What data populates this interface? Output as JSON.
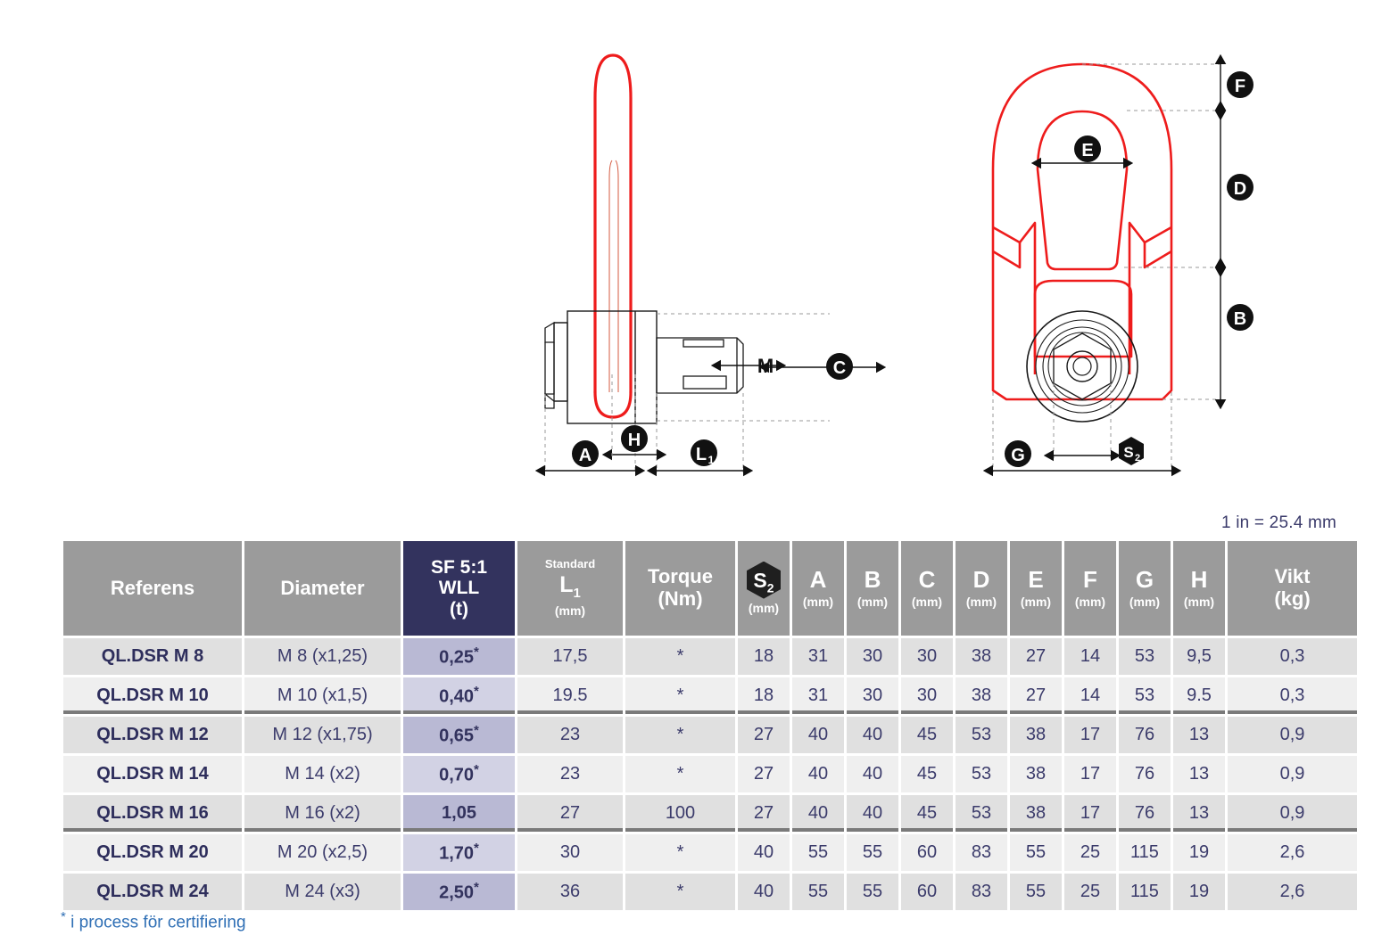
{
  "drawing": {
    "side_view": {
      "callouts": [
        "A",
        "H",
        "L₁",
        "C",
        "M"
      ],
      "bail_color": "#ee1c1c",
      "line_color": "#1a1a1a"
    },
    "front_view": {
      "callouts": [
        "F",
        "D",
        "B",
        "E",
        "G",
        "S₂"
      ],
      "bail_color": "#ee1c1c",
      "line_color": "#1a1a1a"
    }
  },
  "unit_note": "1 in = 25.4 mm",
  "table": {
    "headers": {
      "referens": "Referens",
      "diameter": "Diameter",
      "wll_l1": "SF 5:1",
      "wll_l2": "WLL",
      "wll_l3": "(t)",
      "standard": "Standard",
      "l1": "L",
      "l1_sub": "1",
      "l1_unit": "(mm)",
      "torque_l1": "Torque",
      "torque_l2": "(Nm)",
      "s2_letter": "S",
      "s2_sub": "2",
      "s2_unit": "(mm)",
      "a": "A",
      "a_unit": "(mm)",
      "b": "B",
      "b_unit": "(mm)",
      "c": "C",
      "c_unit": "(mm)",
      "d": "D",
      "d_unit": "(mm)",
      "e": "E",
      "e_unit": "(mm)",
      "f": "F",
      "f_unit": "(mm)",
      "g": "G",
      "g_unit": "(mm)",
      "h": "H",
      "h_unit": "(mm)",
      "vikt_l1": "Vikt",
      "vikt_l2": "(kg)"
    },
    "rows": [
      {
        "referens": "QL.DSR M 8",
        "diameter": "M 8 (x1,25)",
        "wll": "0,25",
        "wll_star": true,
        "l1": "17,5",
        "torque": "*",
        "s2": "18",
        "a": "31",
        "b": "30",
        "c": "30",
        "d": "38",
        "e": "27",
        "f": "14",
        "g": "53",
        "h": "9,5",
        "vikt": "0,3"
      },
      {
        "referens": "QL.DSR M 10",
        "diameter": "M 10 (x1,5)",
        "wll": "0,40",
        "wll_star": true,
        "l1": "19.5",
        "torque": "*",
        "s2": "18",
        "a": "31",
        "b": "30",
        "c": "30",
        "d": "38",
        "e": "27",
        "f": "14",
        "g": "53",
        "h": "9.5",
        "vikt": "0,3"
      },
      {
        "referens": "QL.DSR M 12",
        "diameter": "M 12 (x1,75)",
        "wll": "0,65",
        "wll_star": true,
        "l1": "23",
        "torque": "*",
        "s2": "27",
        "a": "40",
        "b": "40",
        "c": "45",
        "d": "53",
        "e": "38",
        "f": "17",
        "g": "76",
        "h": "13",
        "vikt": "0,9"
      },
      {
        "referens": "QL.DSR M 14",
        "diameter": "M 14 (x2)",
        "wll": "0,70",
        "wll_star": true,
        "l1": "23",
        "torque": "*",
        "s2": "27",
        "a": "40",
        "b": "40",
        "c": "45",
        "d": "53",
        "e": "38",
        "f": "17",
        "g": "76",
        "h": "13",
        "vikt": "0,9"
      },
      {
        "referens": "QL.DSR M 16",
        "diameter": "M 16 (x2)",
        "wll": "1,05",
        "wll_star": false,
        "l1": "27",
        "torque": "100",
        "s2": "27",
        "a": "40",
        "b": "40",
        "c": "45",
        "d": "53",
        "e": "38",
        "f": "17",
        "g": "76",
        "h": "13",
        "vikt": "0,9"
      },
      {
        "referens": "QL.DSR M 20",
        "diameter": "M 20 (x2,5)",
        "wll": "1,70",
        "wll_star": true,
        "l1": "30",
        "torque": "*",
        "s2": "40",
        "a": "55",
        "b": "55",
        "c": "60",
        "d": "83",
        "e": "55",
        "f": "25",
        "g": "115",
        "h": "19",
        "vikt": "2,6"
      },
      {
        "referens": "QL.DSR M 24",
        "diameter": "M 24 (x3)",
        "wll": "2,50",
        "wll_star": true,
        "l1": "36",
        "torque": "*",
        "s2": "40",
        "a": "55",
        "b": "55",
        "c": "60",
        "d": "83",
        "e": "55",
        "f": "25",
        "g": "115",
        "h": "19",
        "vikt": "2,6"
      }
    ],
    "separators_after_row_index": [
      1,
      4
    ]
  },
  "footnote": "i process för certifiering",
  "colors": {
    "header_gray": "#9b9b9b",
    "header_navy": "#33335e",
    "wll_cell_dark": "#b9b9d4",
    "wll_cell_light": "#d2d2e4",
    "row_odd": "#e0e0e0",
    "row_even": "#efefef",
    "text_navy": "#3b3b6b",
    "footnote_blue": "#2f6fb5",
    "drawing_red": "#ee1c1c"
  }
}
